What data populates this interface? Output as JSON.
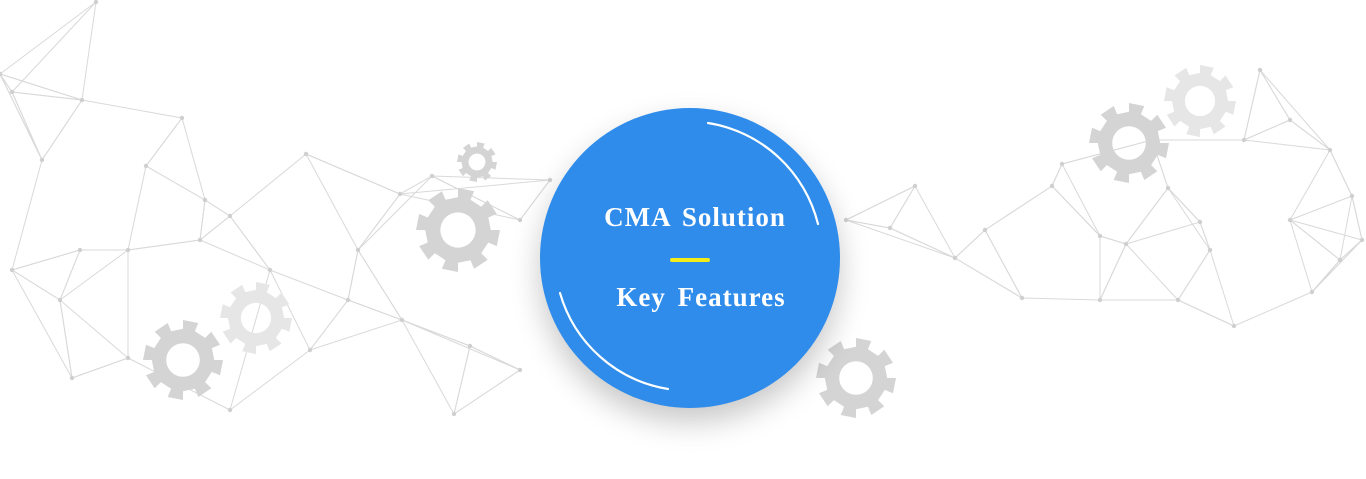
{
  "banner": {
    "title_line1": "CMA Solution",
    "title_line2": "Key Features"
  },
  "colors": {
    "circle": "#2f8cea",
    "divider": "#f3ec18",
    "gear": "#d4d4d4",
    "network": "#d9d9d9"
  },
  "icons": [
    "gear-icon",
    "network-mesh"
  ]
}
